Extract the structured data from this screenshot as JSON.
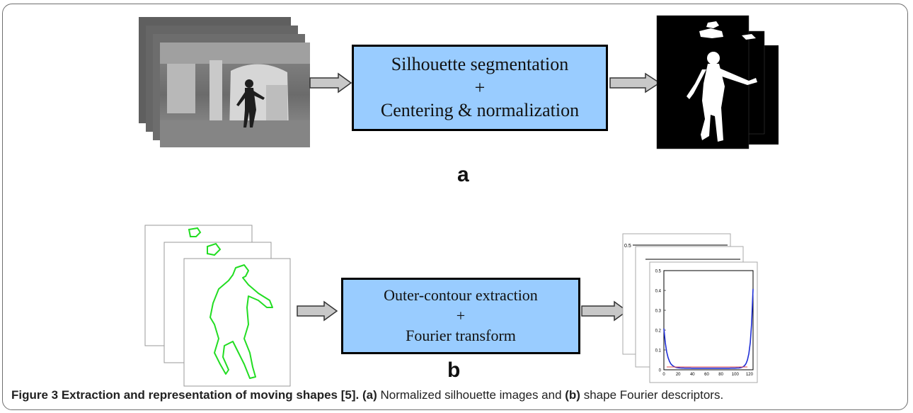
{
  "panel_a": {
    "process_lines": [
      "Silhouette segmentation",
      "+",
      "Centering & normalization"
    ],
    "label": "a",
    "process_box_color": "#99ccff"
  },
  "panel_b": {
    "process_lines": [
      "Outer-contour extraction",
      "+",
      "Fourier transform"
    ],
    "label": "b",
    "process_box_color": "#99ccff",
    "plot": {
      "y_ticks": [
        "0",
        "0.1",
        "0.2",
        "0.3",
        "0.4",
        "0.5"
      ],
      "x_ticks": [
        "0",
        "20",
        "40",
        "60",
        "80",
        "100",
        "120"
      ],
      "back_tick": "0.5"
    }
  },
  "caption": {
    "figure_label": "Figure 3 Extraction and representation of moving shapes [5].",
    "part_a_marker": "(a)",
    "part_a_text": " Normalized silhouette images and ",
    "part_b_marker": "(b)",
    "part_b_text": " shape Fourier descriptors."
  },
  "colors": {
    "contour": "#22dd22",
    "spectrum_line": "#1f2fd6",
    "spectrum_marker": "#e04a4a",
    "arrow_fill": "#c8c8c8"
  }
}
